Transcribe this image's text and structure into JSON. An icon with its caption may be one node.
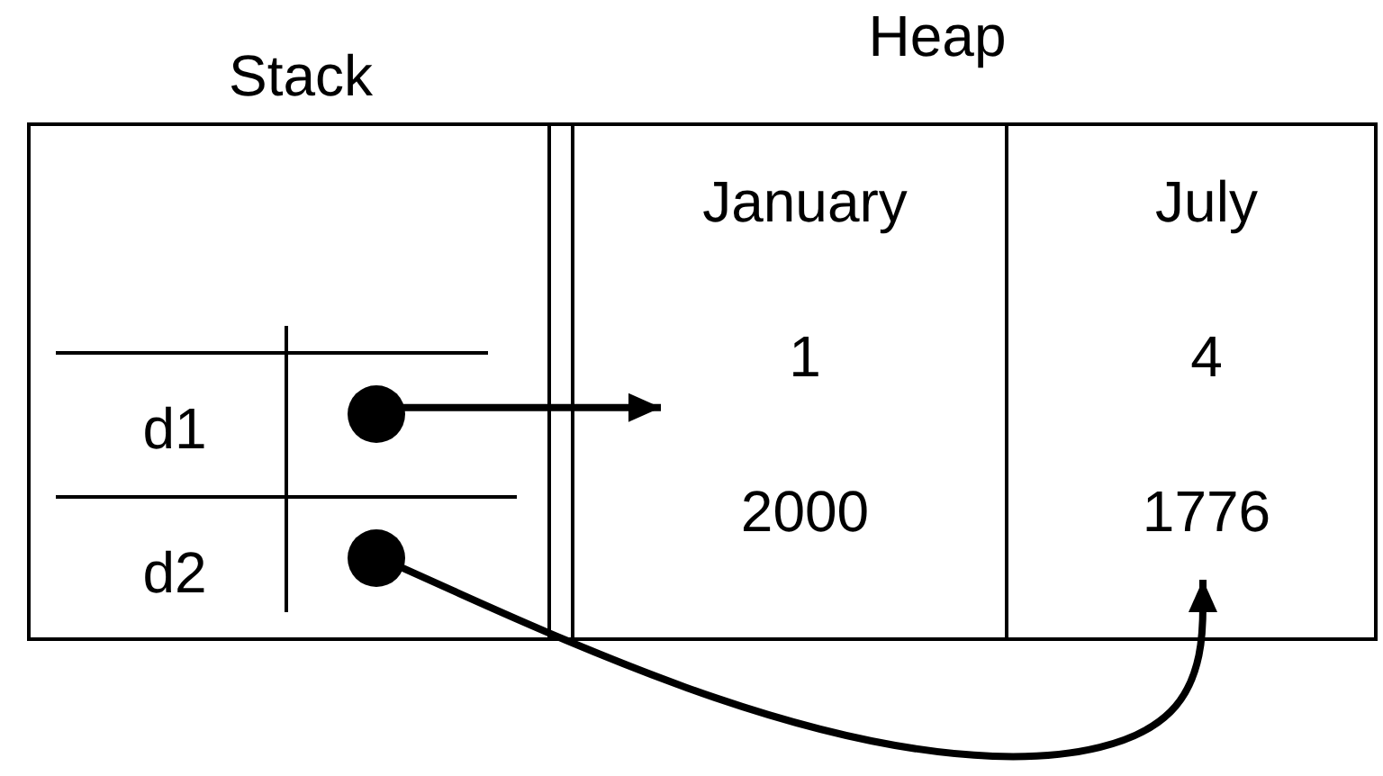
{
  "diagram": {
    "nodes": [
      {
        "text": [
          "Stack"
        ]
      },
      {
        "text": [
          "d1"
        ],
        "in": 0
      },
      {
        "text": [],
        "shape": "circle",
        "in": 0
      },
      {
        "text": [
          "d2"
        ],
        "in": 0
      },
      {
        "text": [],
        "shape": "circle",
        "in": 0
      },
      {
        "text": [
          "Heap"
        ]
      },
      {
        "text": [
          "January",
          "1",
          "2000"
        ],
        "in": 5
      },
      {
        "text": [
          "July",
          "4",
          "1776"
        ],
        "in": 5
      }
    ],
    "edges": [
      {
        "from": 2,
        "to": 6,
        "arrow": "to"
      },
      {
        "from": 4,
        "to": 7,
        "arrow": "to"
      }
    ]
  }
}
